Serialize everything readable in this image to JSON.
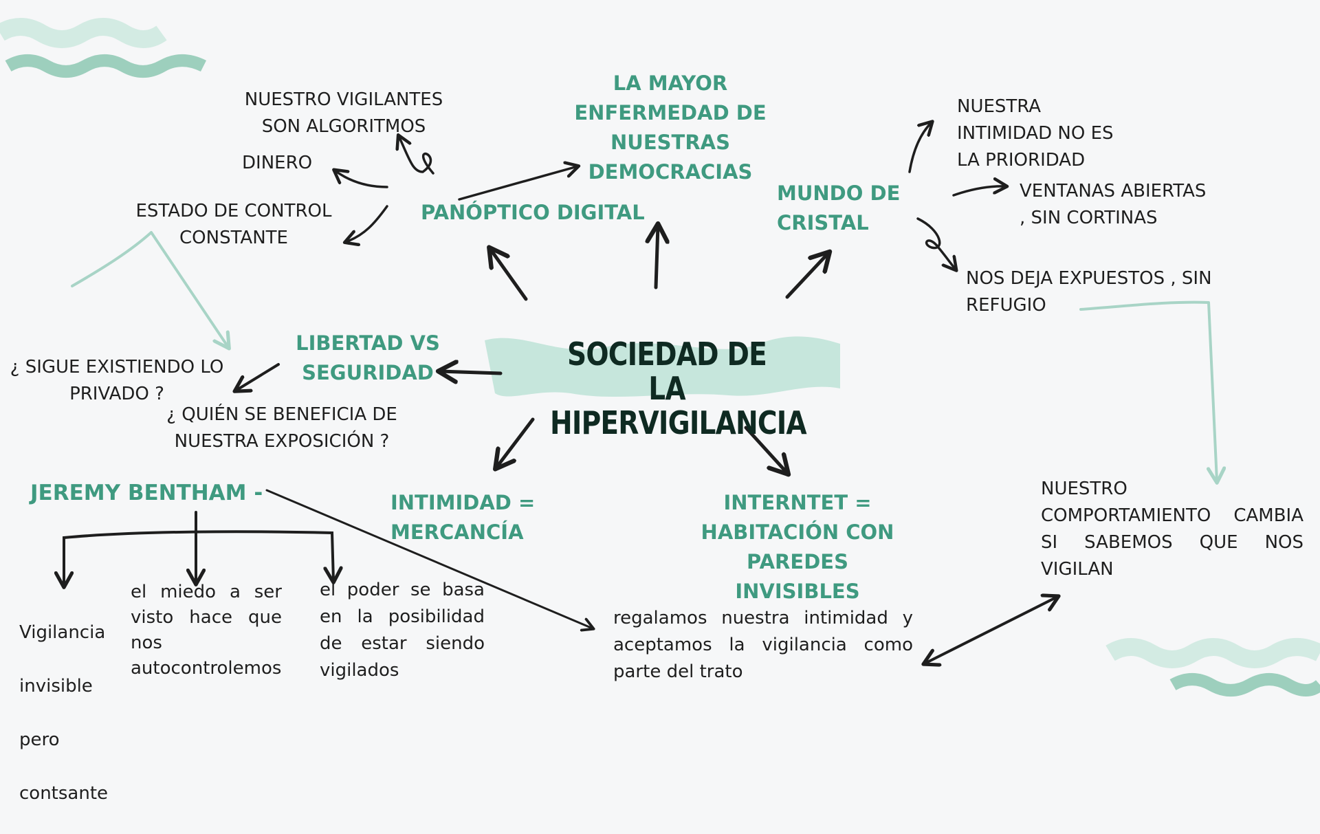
{
  "colors": {
    "teal": "#3f9a80",
    "mint": "#c6e6dc",
    "pale": "#a8d4c6",
    "ink": "#1e1e1e",
    "title": "#0f2a22"
  },
  "center": {
    "line1": "SOCIEDAD DE LA",
    "line2": "HIPERVIGILANCIA"
  },
  "panoptico": {
    "heading": "PANÓPTICO DIGITAL",
    "vigilantes": "NUESTRO VIGILANTES\nSON ALGORITMOS",
    "dinero": "DINERO",
    "estado": "ESTADO DE CONTROL\nCONSTANTE"
  },
  "democracia": {
    "heading": "LA MAYOR\nENFERMEDAD DE\nNUESTRAS\nDEMOCRACIAS"
  },
  "cristal": {
    "heading": "MUNDO DE\nCRISTAL",
    "intimidad": "NUESTRA\nINTIMIDAD  NO  ES\nLA PRIORIDAD",
    "ventanas": "VENTANAS  ABIERTAS\n, SIN CORTINAS",
    "expuestos": "NOS DEJA EXPUESTOS , SIN\nREFUGIO"
  },
  "libertad": {
    "heading": "LIBERTAD VS\nSEGURIDAD",
    "privado": "¿ SIGUE EXISTIENDO LO\nPRIVADO ?",
    "beneficia": "¿ QUIÉN SE BENEFICIA DE\nNUESTRA EXPOSICIÓN ?"
  },
  "bentham": {
    "heading": "JEREMY BENTHAM -",
    "c1": [
      "Vigilancia",
      "invisible",
      "pero",
      "contsante"
    ],
    "c2": [
      "el  miedo  a  ser",
      "visto  hace  que",
      "nos",
      "autocontrolemos"
    ],
    "c3": [
      "el  poder  se  basa",
      "en  la  posibilidad",
      "de  estar  siendo",
      "vigilados"
    ]
  },
  "intimidad_mercancia": {
    "heading": "INTIMIDAD =\nMERCANCÍA"
  },
  "internet": {
    "heading": "INTERNTET =\nHABITACIÓN CON\nPAREDES\nINVISIBLES"
  },
  "trato": [
    "regalamos  nuestra  intimidad  y",
    "aceptamos  la  vigilancia  como",
    "parte del trato"
  ],
  "comportamiento": [
    "NUESTRO",
    "COMPORTAMIENTO  CAMBIA",
    "SI    SABEMOS    QUE    NOS",
    "VIGILAN"
  ]
}
